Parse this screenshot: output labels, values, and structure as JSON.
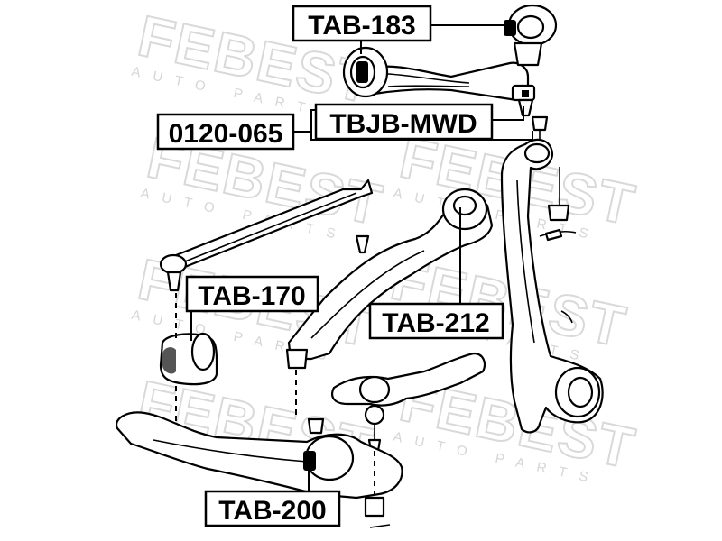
{
  "watermark": {
    "brand": "FEBEST",
    "tagline": "AUTO PARTS"
  },
  "labels": {
    "tab_183": "TAB-183",
    "tbjb_mwd": "TBJB-MWD",
    "ref_0120_065": "0120-065",
    "tab_170": "TAB-170",
    "tab_212": "TAB-212",
    "tab_200": "TAB-200"
  }
}
